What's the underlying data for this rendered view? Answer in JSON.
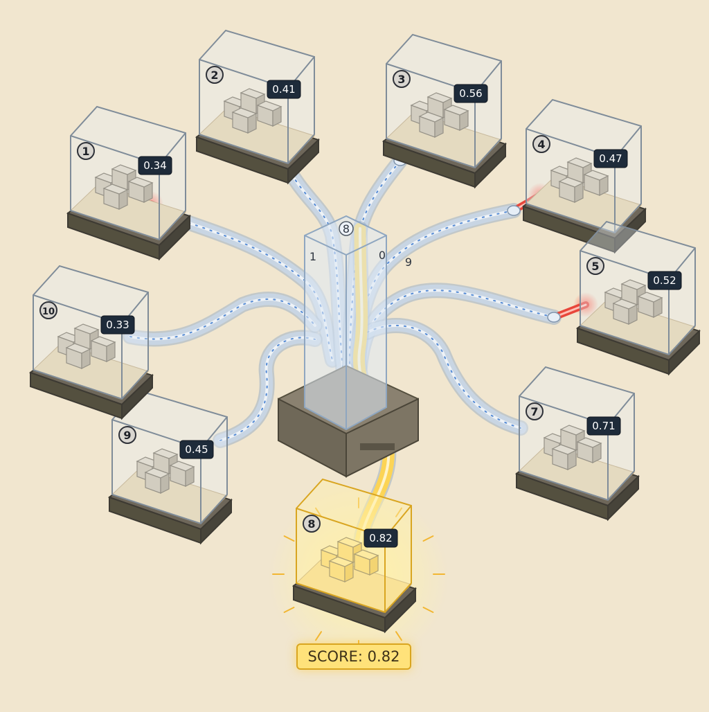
{
  "tower": {
    "labels": [
      {
        "text": "8",
        "key": "top"
      },
      {
        "text": "1",
        "key": "left"
      },
      {
        "text": "0",
        "key": "right"
      },
      {
        "text": "9",
        "key": "right-edge"
      }
    ]
  },
  "nodes": [
    {
      "index": "1",
      "score": "0.34",
      "state": "rejected"
    },
    {
      "index": "2",
      "score": "0.41",
      "state": "rejected"
    },
    {
      "index": "3",
      "score": "0.56",
      "state": "rejected"
    },
    {
      "index": "4",
      "score": "0.47",
      "state": "rejected"
    },
    {
      "index": "5",
      "score": "0.52",
      "state": "rejected"
    },
    {
      "index": "7",
      "score": "0.71",
      "state": "neutral"
    },
    {
      "index": "8",
      "score": "0.82",
      "state": "selected"
    },
    {
      "index": "9",
      "score": "0.45",
      "state": "neutral"
    },
    {
      "index": "10",
      "score": "0.33",
      "state": "neutral"
    }
  ],
  "result": {
    "label": "SCORE: 0.82"
  },
  "colors": {
    "background": "#f1e6cf",
    "tube": "#c9d8ea",
    "tube_dots": "#5b8fd6",
    "reject": "#e8463a",
    "selected": "#ffd54f",
    "badge": "#1e2b3a"
  }
}
